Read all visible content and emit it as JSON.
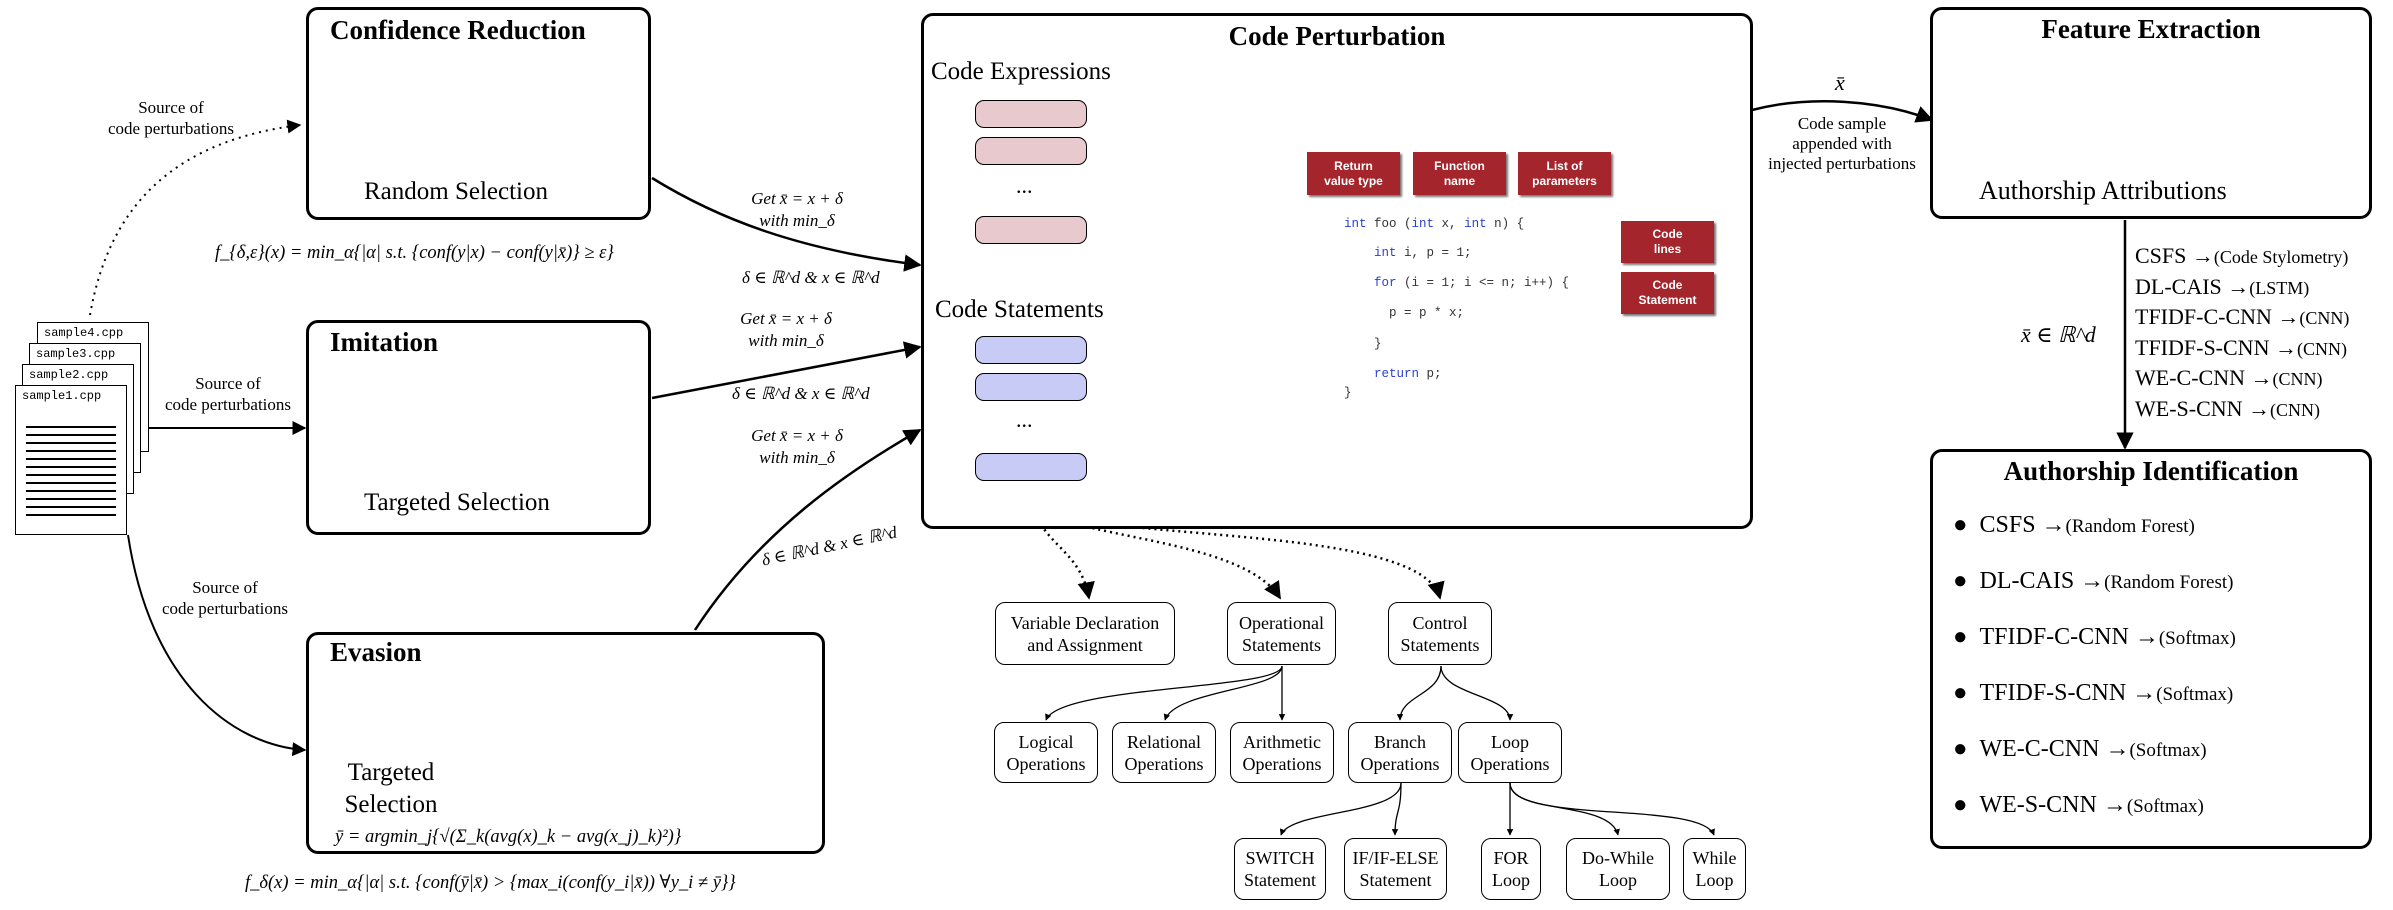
{
  "panels": {
    "confidence_reduction": {
      "title": "Confidence Reduction",
      "caption": "Random Selection"
    },
    "imitation": {
      "title": "Imitation",
      "caption": "Targeted Selection"
    },
    "evasion": {
      "title": "Evasion",
      "caption": "Targeted\nSelection"
    },
    "code_perturbation": {
      "title": "Code Perturbation",
      "expressions_label": "Code Expressions",
      "statements_label": "Code Statements",
      "ellipsis": "..."
    },
    "feature_extraction": {
      "title": "Feature Extraction",
      "caption": "Authorship Attributions"
    },
    "authorship_identification": {
      "title": "Authorship Identification"
    }
  },
  "files": [
    "sample4.cpp",
    "sample3.cpp",
    "sample2.cpp",
    "sample1.cpp"
  ],
  "source_labels": {
    "top": "Source of\ncode perturbations",
    "middle": "Source of\ncode perturbations",
    "bottom": "Source of\ncode perturbations"
  },
  "formulas": {
    "confidence": "f_{δ,ε}(x) = min_α{|α| s.t. {conf(y|x) − conf(y|x̄)} ≥ ε}",
    "evasion": "f_δ(x) = min_α{|α| s.t. {conf(ȳ|x̄) > {max_i(conf(y_i|x̄)) ∀y_i ≠ ȳ}}",
    "ybar": "ȳ = argmin_j{√(Σ_k(avg(x)_k − avg(x_j)_k)²)}"
  },
  "arrow_labels": {
    "get1": "Get x̄ = x + δ\nwith min_δ",
    "delta1": "δ ∈ ℝ^d & x ∈ ℝ^d",
    "get2": "Get x̄ = x + δ\nwith min_δ",
    "delta2": "δ ∈ ℝ^d & x ∈ ℝ^d",
    "get3": "Get x̄ = x + δ\nwith min_δ",
    "delta3": "δ ∈ ℝ^d & x ∈ ℝ^d",
    "xbar": "x̄",
    "appended": "Code sample\nappended with\ninjected perturbations",
    "xbar_rd": "x̄ ∈ ℝ^d"
  },
  "code_example": {
    "labels": {
      "return_type": "Return\nvalue type",
      "function_name": "Function\nname",
      "params": "List of\nparameters",
      "code_lines": "Code\nlines",
      "code_statement": "Code\nStatement"
    },
    "lines": [
      "int foo (int x, int n) {",
      "    int i, p = 1;",
      "    for (i = 1; i <= n; i++) {",
      "      p = p * x;",
      "    }",
      "    return p;",
      "}"
    ]
  },
  "tree": {
    "variable_declaration": "Variable Declaration\nand Assignment",
    "operational": "Operational\nStatements",
    "control": "Control\nStatements",
    "logical": "Logical\nOperations",
    "relational": "Relational\nOperations",
    "arithmetic": "Arithmetic\nOperations",
    "branch": "Branch\nOperations",
    "loop": "Loop\nOperations",
    "switch": "SWITCH\nStatement",
    "ifelse": "IF/IF-ELSE\nStatement",
    "for": "FOR\nLoop",
    "dowhile": "Do-While\nLoop",
    "while": "While\nLoop"
  },
  "feature_list": [
    {
      "name": "CSFS",
      "method": "(Code Stylometry)"
    },
    {
      "name": "DL-CAIS",
      "method": "(LSTM)"
    },
    {
      "name": "TFIDF-C-CNN",
      "method": "(CNN)"
    },
    {
      "name": "TFIDF-S-CNN",
      "method": "(CNN)"
    },
    {
      "name": "WE-C-CNN",
      "method": "(CNN)"
    },
    {
      "name": "WE-S-CNN",
      "method": "(CNN)"
    }
  ],
  "identification_list": [
    {
      "name": "CSFS",
      "method": "(Random Forest)"
    },
    {
      "name": "DL-CAIS",
      "method": "(Random Forest)"
    },
    {
      "name": "TFIDF-C-CNN",
      "method": "(Softmax)"
    },
    {
      "name": "TFIDF-S-CNN",
      "method": "(Softmax)"
    },
    {
      "name": "WE-C-CNN",
      "method": "(Softmax)"
    },
    {
      "name": "WE-S-CNN",
      "method": "(Softmax)"
    }
  ],
  "colors": {
    "blue_cell": "#c8cbf5",
    "pink_cell": "#f6c5c7",
    "red_dots": "#8b0000",
    "label_red": "#a4262c"
  }
}
